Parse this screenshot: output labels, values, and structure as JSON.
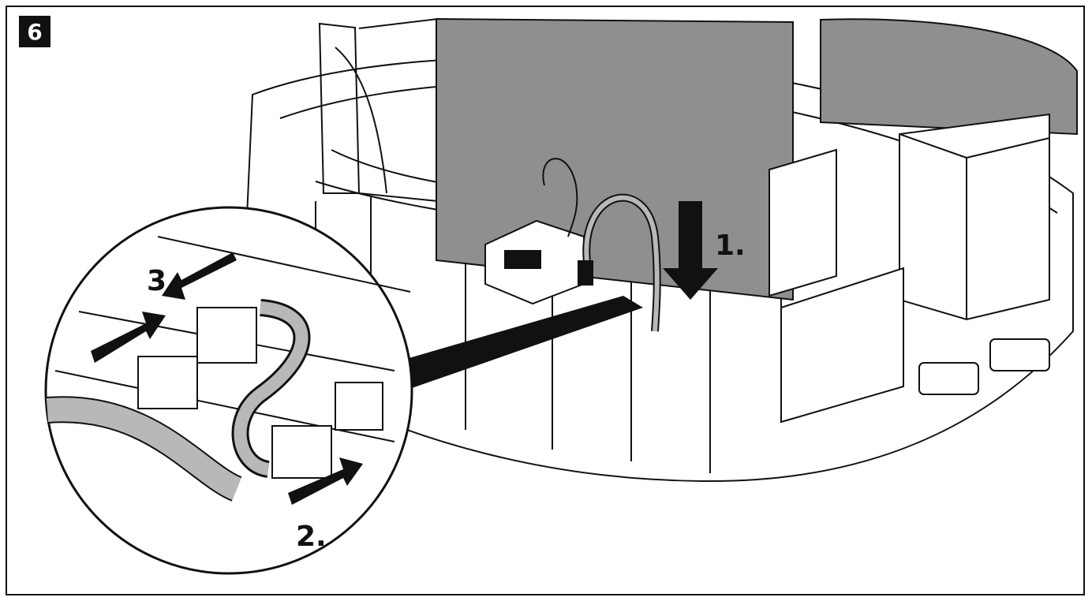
{
  "figure": {
    "step_number": "6",
    "callouts": {
      "one": "1.",
      "two": "2.",
      "three": "3."
    }
  },
  "colors": {
    "line": "#111111",
    "panel_gray": "#8f8f8f",
    "cable_gray": "#b8b8b8",
    "paper": "#ffffff"
  }
}
